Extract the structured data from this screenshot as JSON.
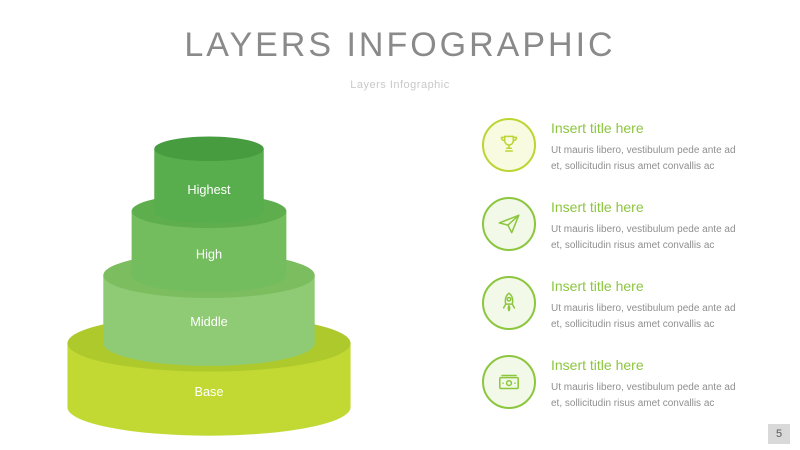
{
  "header": {
    "title": "LAYERS INFOGRAPHIC",
    "subtitle": "Layers Infographic"
  },
  "pyramid": {
    "layers": [
      {
        "label": "Highest",
        "body_color": "#58ad4c",
        "top_color": "#479c3f"
      },
      {
        "label": "High",
        "body_color": "#74bd5f",
        "top_color": "#5fae4e"
      },
      {
        "label": "Middle",
        "body_color": "#8fcb74",
        "top_color": "#7cbd60"
      },
      {
        "label": "Base",
        "body_color": "#c2d934",
        "top_color": "#aec92c"
      }
    ]
  },
  "items": [
    {
      "icon": "trophy-icon",
      "title": "Insert title here",
      "body": "Ut mauris libero, vestibulum pede ante ad et, sollicitudin risus amet convallis ac",
      "accent": "#bcd532"
    },
    {
      "icon": "paper-plane-icon",
      "title": "Insert title here",
      "body": "Ut mauris libero, vestibulum pede ante ad et, sollicitudin risus amet convallis ac",
      "accent": "#8cc63f"
    },
    {
      "icon": "rocket-icon",
      "title": "Insert title here",
      "body": "Ut mauris libero, vestibulum pede ante ad et, sollicitudin risus amet convallis ac",
      "accent": "#8cc63f"
    },
    {
      "icon": "money-icon",
      "title": "Insert title here",
      "body": "Ut mauris libero, vestibulum pede ante ad et, sollicitudin risus amet convallis ac",
      "accent": "#8cc63f"
    }
  ],
  "footer": {
    "page_number": "5"
  },
  "colors": {
    "title": "#8a8a8a",
    "subtitle": "#c9c9c9",
    "item_title": "#8cc63f",
    "body_text": "#8f8f8f"
  }
}
